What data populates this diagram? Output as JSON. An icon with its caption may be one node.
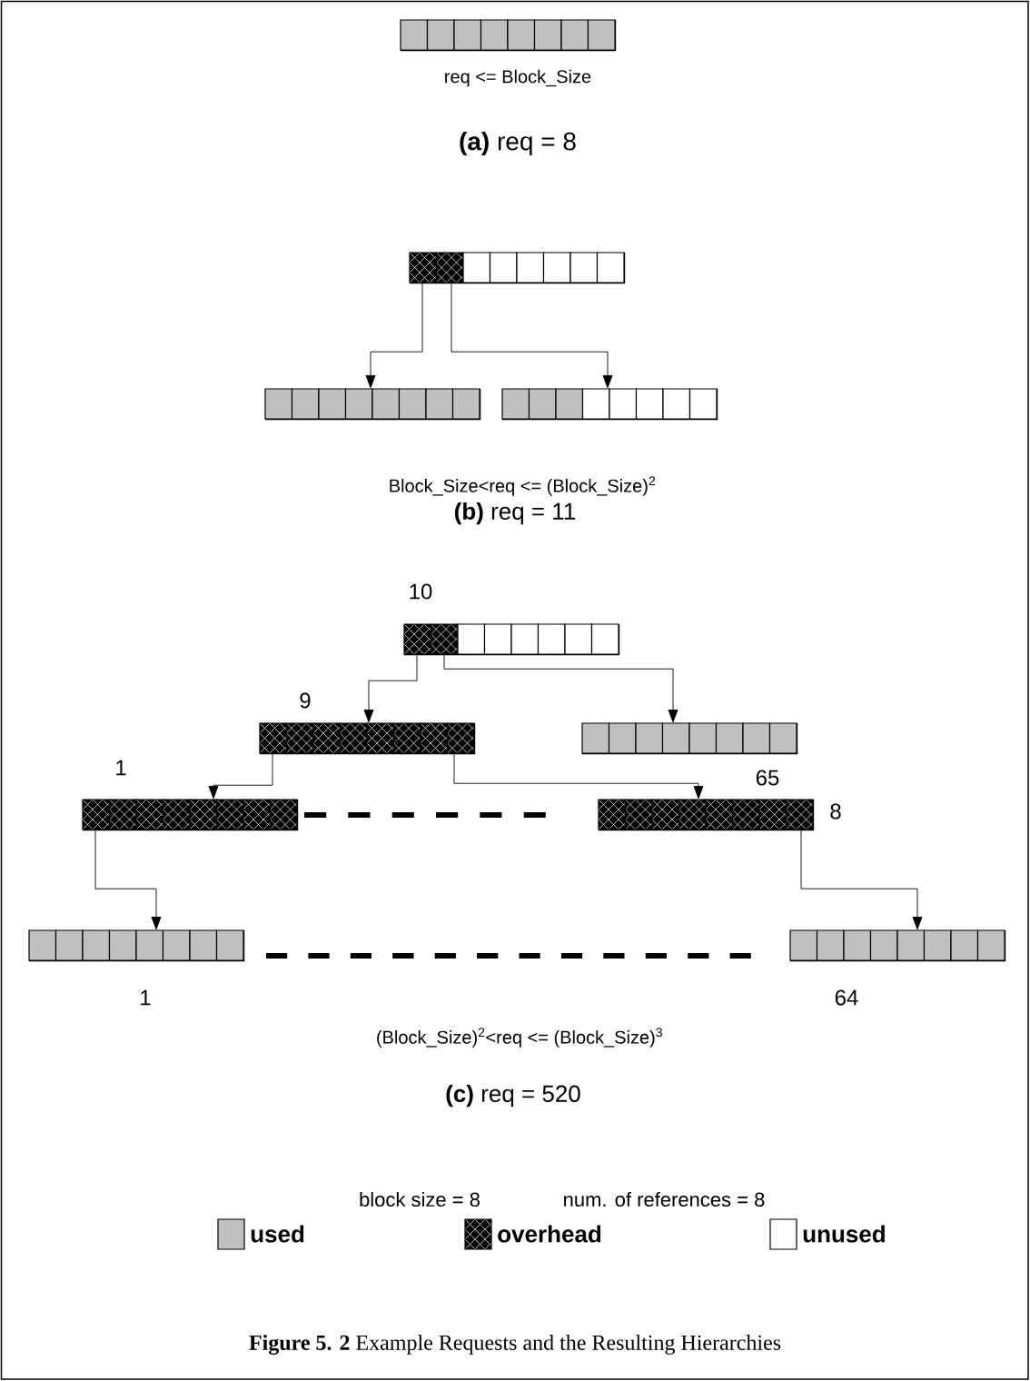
{
  "diagram": {
    "caption": "**Figure 5. 2** Example Requests and the Resulting Hierarchies",
    "nodes": [
      {
        "text": [],
        "shape": "bar"
      },
      {
        "text": [],
        "shape": "bar"
      },
      {
        "text": [],
        "shape": "bar"
      },
      {
        "text": [],
        "shape": "bar"
      },
      {
        "text": [],
        "shape": "bar",
        "beside": [
          "10"
        ]
      },
      {
        "text": [],
        "shape": "bar",
        "beside": [
          "9"
        ]
      },
      {
        "text": [],
        "shape": "bar",
        "beside": [
          "65"
        ]
      },
      {
        "text": [],
        "shape": "bar",
        "beside": [
          "1"
        ]
      },
      {
        "text": [],
        "shape": "bar",
        "beside": [
          "8"
        ]
      },
      {
        "text": [],
        "shape": "bar",
        "beside": [
          "1"
        ]
      },
      {
        "text": [],
        "shape": "bar",
        "beside": [
          "64"
        ]
      }
    ],
    "edges": [
      {
        "from": 1,
        "to": 2,
        "arrow": "to"
      },
      {
        "from": 1,
        "to": 3,
        "arrow": "to"
      },
      {
        "from": 4,
        "to": 5,
        "arrow": "to"
      },
      {
        "from": 4,
        "to": 6,
        "arrow": "to"
      },
      {
        "from": 5,
        "to": 7,
        "arrow": "to"
      },
      {
        "from": 5,
        "to": 8,
        "arrow": "to"
      },
      {
        "from": 7,
        "to": 9,
        "arrow": "to"
      },
      {
        "from": 8,
        "to": 10,
        "arrow": "to"
      }
    ],
    "labels": [
      "req <= Block_Size",
      "**(a)** req = 8",
      "Block_Size<req <= (Block_Size)$^{2}$",
      "**(b)** req = 11",
      "(Block_Size)$^{2}$<req <= (Block_Size)$^{3}$",
      "**(c)** req = 520",
      "block size = 8",
      "num. of references = 8"
    ],
    "legend": [
      {
        "text": "used",
        "color": "#c0c0c0"
      },
      {
        "text": "overhead"
      },
      {
        "text": "unused"
      }
    ]
  }
}
